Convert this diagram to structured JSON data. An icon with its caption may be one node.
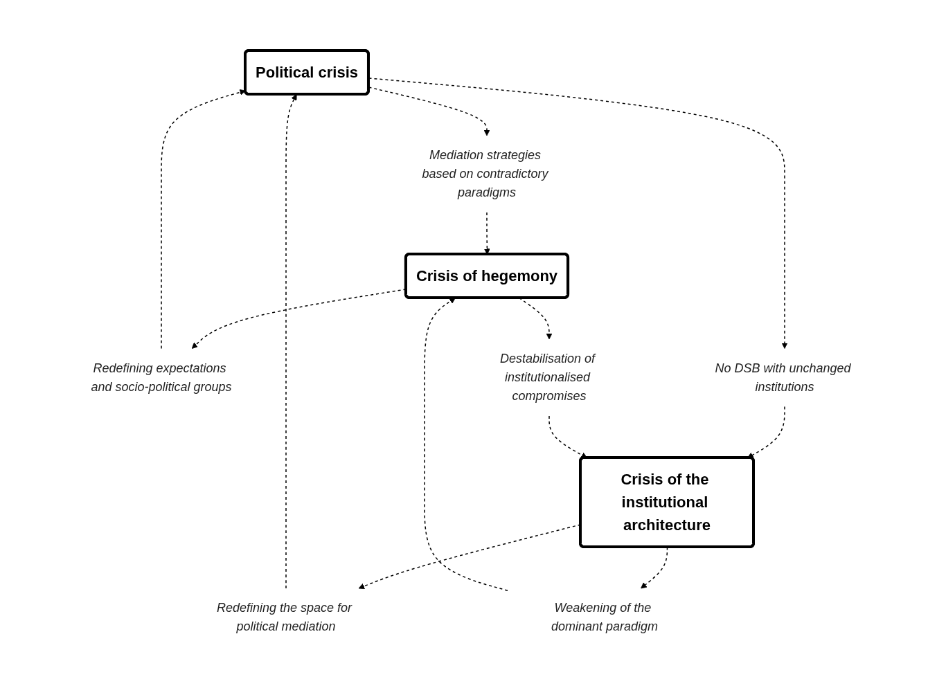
{
  "diagram": {
    "nodes": [
      {
        "text": [
          "Political crisis"
        ]
      },
      {
        "text": [
          "Mediation strategies based on contradictory paradigms"
        ]
      },
      {
        "text": [
          "Crisis of hegemony"
        ]
      },
      {
        "text": [
          "Redefining expectations and socio-political groups"
        ]
      },
      {
        "text": [
          "No DSB with unchanged institutions"
        ]
      },
      {
        "text": [
          "Redefining the space for political mediation"
        ]
      },
      {
        "text": [
          "Destabilisation of institutionalised compromises"
        ]
      },
      {
        "text": [
          "Crisis of the institutional architecture"
        ]
      },
      {
        "text": [
          "Weakening of the dominant paradigm"
        ]
      }
    ],
    "edges": [
      {
        "from": 0,
        "to": 1,
        "arrow": "to",
        "style": "dashed"
      },
      {
        "from": 1,
        "to": 2,
        "arrow": "to",
        "style": "dashed"
      },
      {
        "from": 2,
        "to": 3,
        "arrow": "to",
        "style": "dashed"
      },
      {
        "from": 3,
        "to": 0,
        "arrow": "to",
        "style": "dashed"
      },
      {
        "from": 0,
        "to": 4,
        "arrow": "to",
        "style": "dashed"
      },
      {
        "from": 4,
        "to": 7,
        "arrow": "to",
        "style": "dashed"
      },
      {
        "from": 7,
        "to": 5,
        "arrow": "to",
        "style": "dashed"
      },
      {
        "from": 5,
        "to": 0,
        "arrow": "to",
        "style": "dashed"
      },
      {
        "from": 2,
        "to": 6,
        "arrow": "to",
        "style": "dashed"
      },
      {
        "from": 6,
        "to": 7,
        "arrow": "to",
        "style": "dashed"
      },
      {
        "from": 7,
        "to": 8,
        "arrow": "to",
        "style": "dashed"
      },
      {
        "from": 8,
        "to": 2,
        "arrow": "to",
        "style": "dashed"
      }
    ]
  }
}
